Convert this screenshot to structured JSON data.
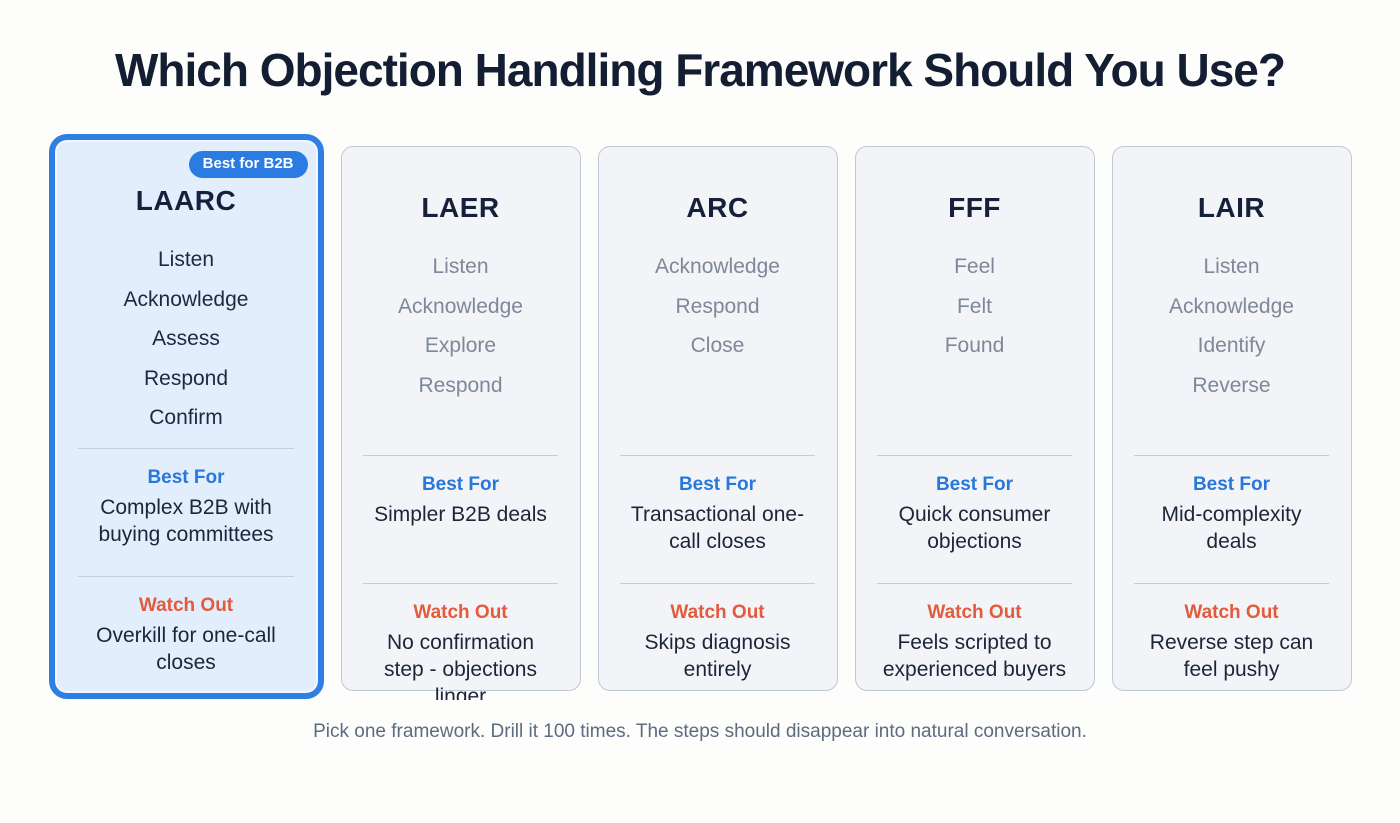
{
  "title": "Which Objection Handling Framework Should You Use?",
  "footer": "Pick one framework. Drill it 100 times. The steps should disappear into natural conversation.",
  "labels": {
    "best_for": "Best For",
    "watch_out": "Watch Out"
  },
  "colors": {
    "highlight_border": "#2f7ee3",
    "highlight_background": "#e2eefc",
    "badge_background": "#2b7ce2",
    "card_background": "#f2f4f8",
    "best_for_label": "#2878da",
    "watch_out_label": "#e25b3d",
    "step_muted": "#7e8899",
    "heading_navy": "#141e33"
  },
  "cards": [
    {
      "title": "LAARC",
      "badge": "Best for B2B",
      "highlighted": true,
      "steps": [
        "Listen",
        "Acknowledge",
        "Assess",
        "Respond",
        "Confirm"
      ],
      "best_for": "Complex B2B with buying committees",
      "watch_out": "Overkill for one-call closes"
    },
    {
      "title": "LAER",
      "highlighted": false,
      "steps": [
        "Listen",
        "Acknowledge",
        "Explore",
        "Respond"
      ],
      "best_for": "Simpler B2B deals",
      "watch_out": "No confirmation step - objections linger"
    },
    {
      "title": "ARC",
      "highlighted": false,
      "steps": [
        "Acknowledge",
        "Respond",
        "Close"
      ],
      "best_for": "Transactional one-call closes",
      "watch_out": "Skips diagnosis entirely"
    },
    {
      "title": "FFF",
      "highlighted": false,
      "steps": [
        "Feel",
        "Felt",
        "Found"
      ],
      "best_for": "Quick consumer objections",
      "watch_out": "Feels scripted to experienced buyers"
    },
    {
      "title": "LAIR",
      "highlighted": false,
      "steps": [
        "Listen",
        "Acknowledge",
        "Identify",
        "Reverse"
      ],
      "best_for": "Mid-complexity deals",
      "watch_out": "Reverse step can feel pushy"
    }
  ]
}
